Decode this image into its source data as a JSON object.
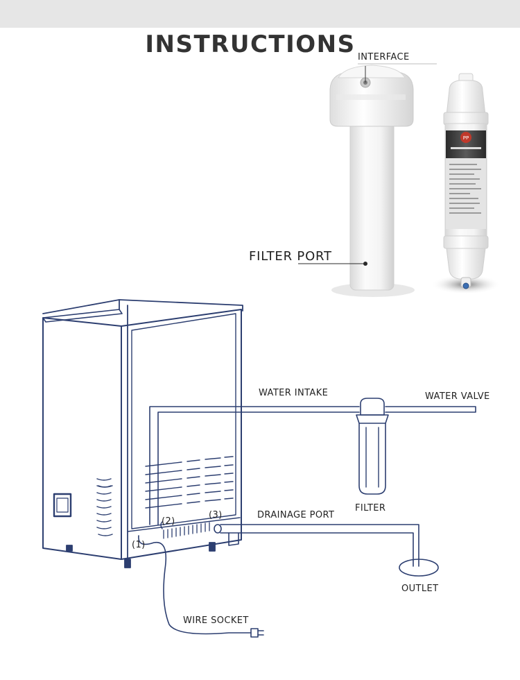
{
  "title": "INSTRUCTIONS",
  "photo": {
    "interface_label": "INTERFACE",
    "filter_port_label": "FILTER PORT",
    "cartridge_badge": "PP"
  },
  "diagram": {
    "water_intake": "WATER INTAKE",
    "water_valve": "WATER VALVE",
    "filter": "FILTER",
    "drainage_port": "DRAINAGE PORT",
    "outlet": "OUTLET",
    "wire_socket": "WIRE SOCKET",
    "port_1": "(1)",
    "port_2": "(2)",
    "port_3": "(3)"
  },
  "colors": {
    "line_blue": "#2c3e70",
    "housing_white": "#f2f2f2",
    "label_dark": "#4a4a4a"
  }
}
